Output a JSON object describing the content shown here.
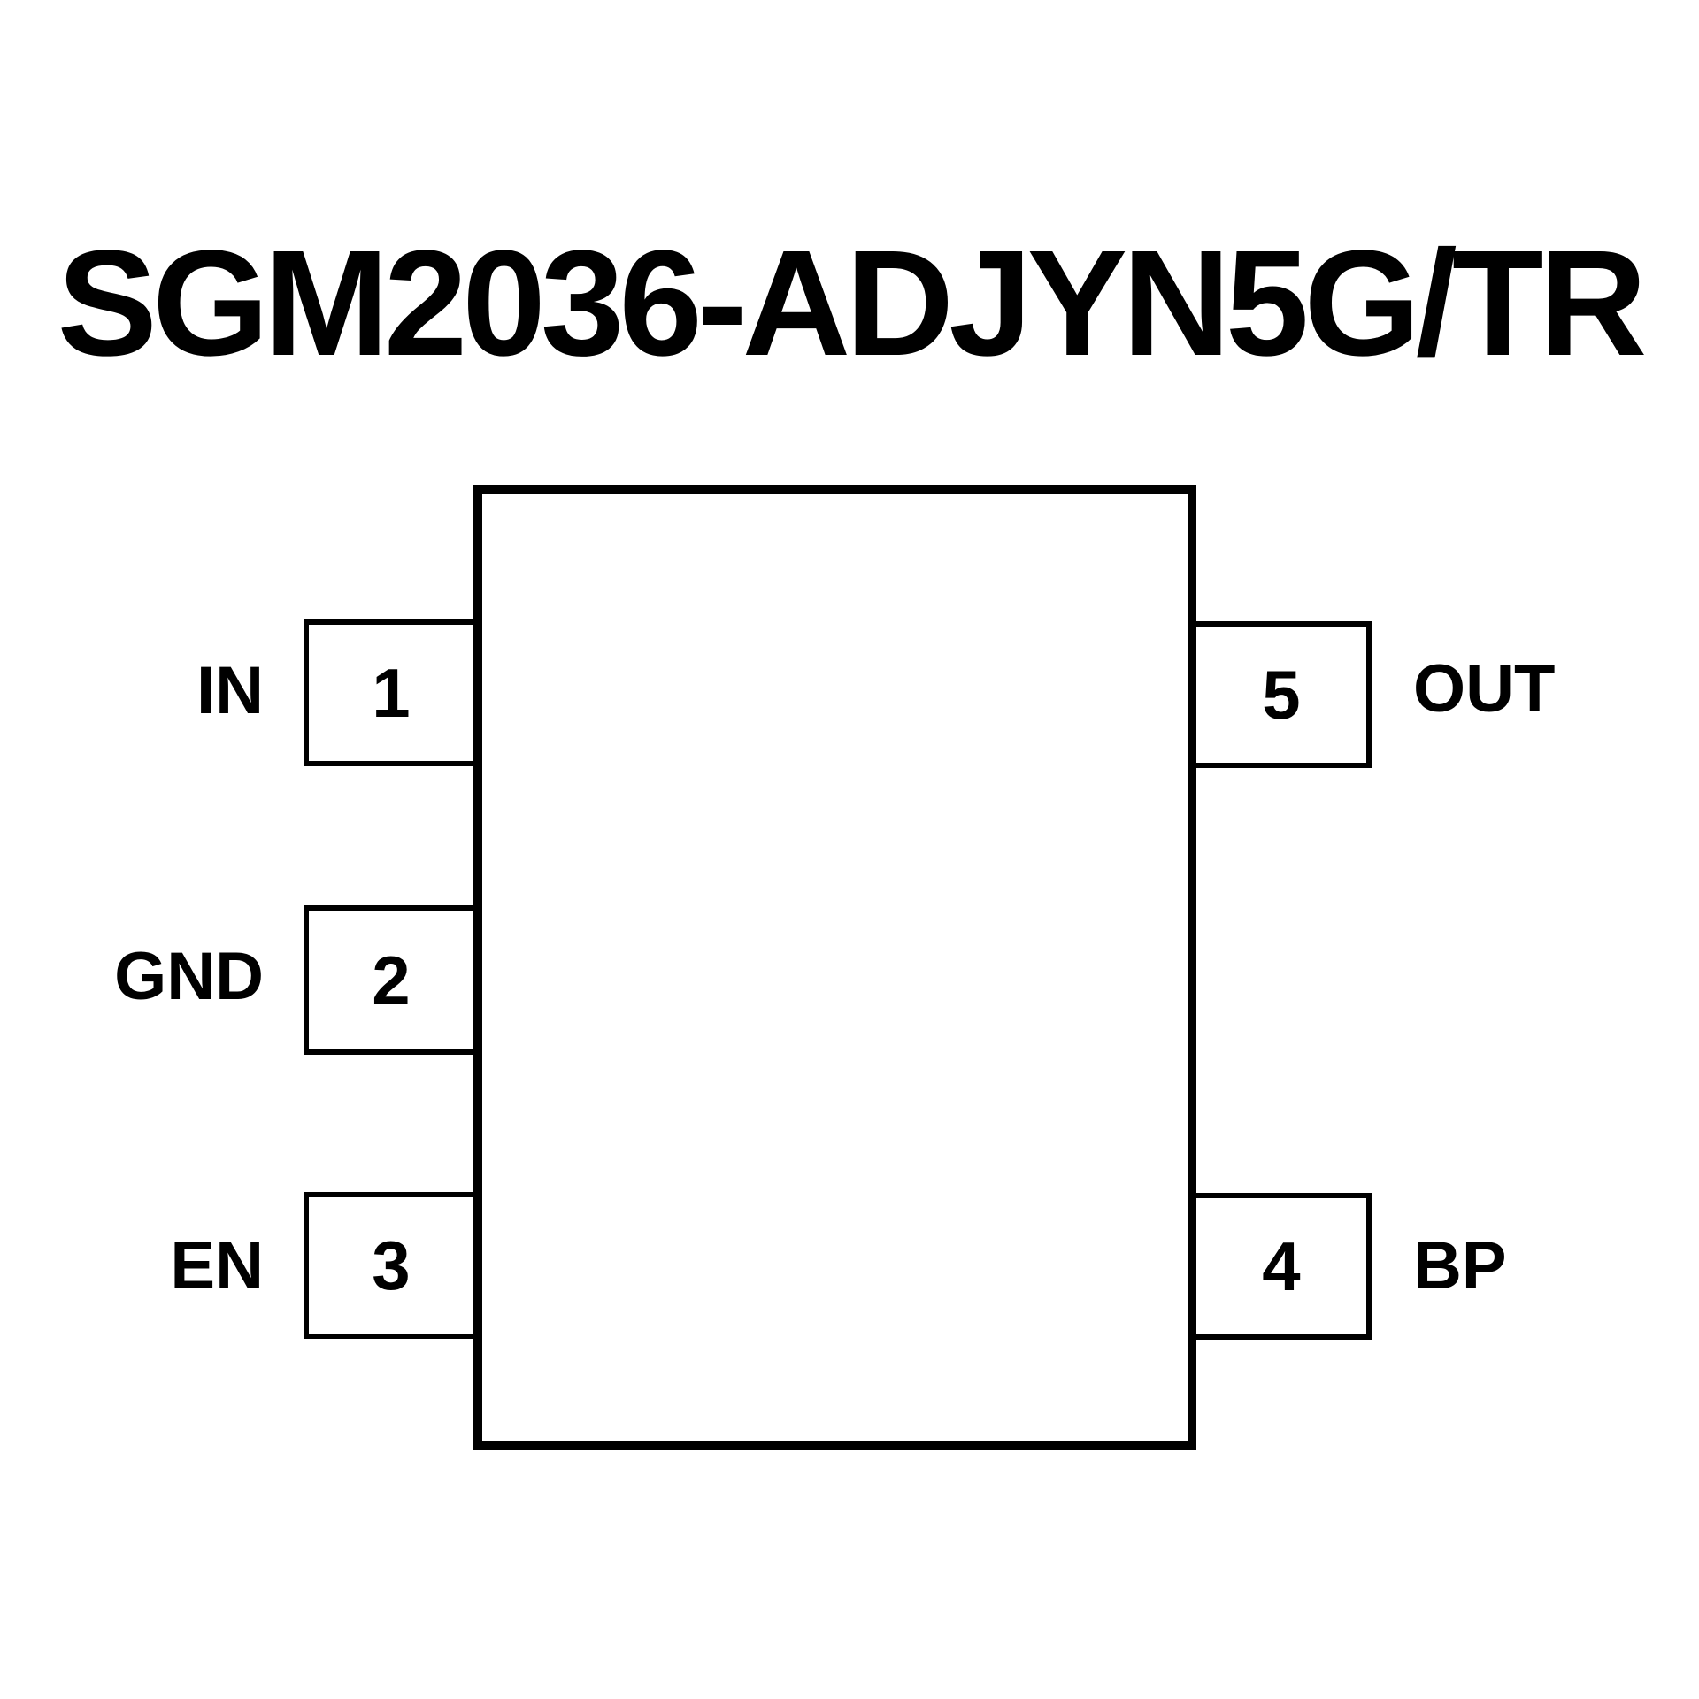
{
  "title": "SGM2036-ADJYN5G/TR",
  "colors": {
    "ink": "#000000",
    "background": "#ffffff"
  },
  "diagram": {
    "type": "ic-pinout",
    "package_pin_count": 5,
    "pins": [
      {
        "number": "1",
        "label": "IN",
        "side": "left"
      },
      {
        "number": "2",
        "label": "GND",
        "side": "left"
      },
      {
        "number": "3",
        "label": "EN",
        "side": "left"
      },
      {
        "number": "4",
        "label": "BP",
        "side": "right"
      },
      {
        "number": "5",
        "label": "OUT",
        "side": "right"
      }
    ]
  }
}
